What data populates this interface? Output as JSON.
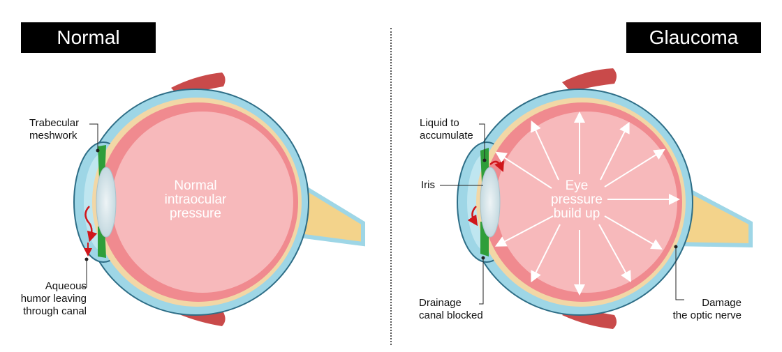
{
  "titles": {
    "normal": "Normal",
    "glaucoma": "Glaucoma"
  },
  "normal_eye": {
    "center_text": [
      "Normal",
      "intraocular",
      "pressure"
    ],
    "labels": {
      "trabecular": [
        "Trabecular",
        "meshwork"
      ],
      "aqueous": [
        "Aqueous",
        "humor leaving",
        "through canal"
      ]
    }
  },
  "glaucoma_eye": {
    "center_text": [
      "Eye",
      "pressure",
      "build up"
    ],
    "labels": {
      "liquid": [
        "Liquid to",
        "accumulate"
      ],
      "iris": [
        "Iris"
      ],
      "drainage": [
        "Drainage",
        "canal blocked"
      ],
      "damage": [
        "Damage",
        "the optic nerve"
      ]
    }
  },
  "colors": {
    "sclera": "#9ed6e6",
    "choroid": "#f2d7a6",
    "retina": "#f08a8f",
    "vitreous": "#f7b9bb",
    "optic_nerve": "#f3d38b",
    "muscle": "#c94a4a",
    "iris": "#2f9e3a",
    "arrow": "#d0161b"
  }
}
